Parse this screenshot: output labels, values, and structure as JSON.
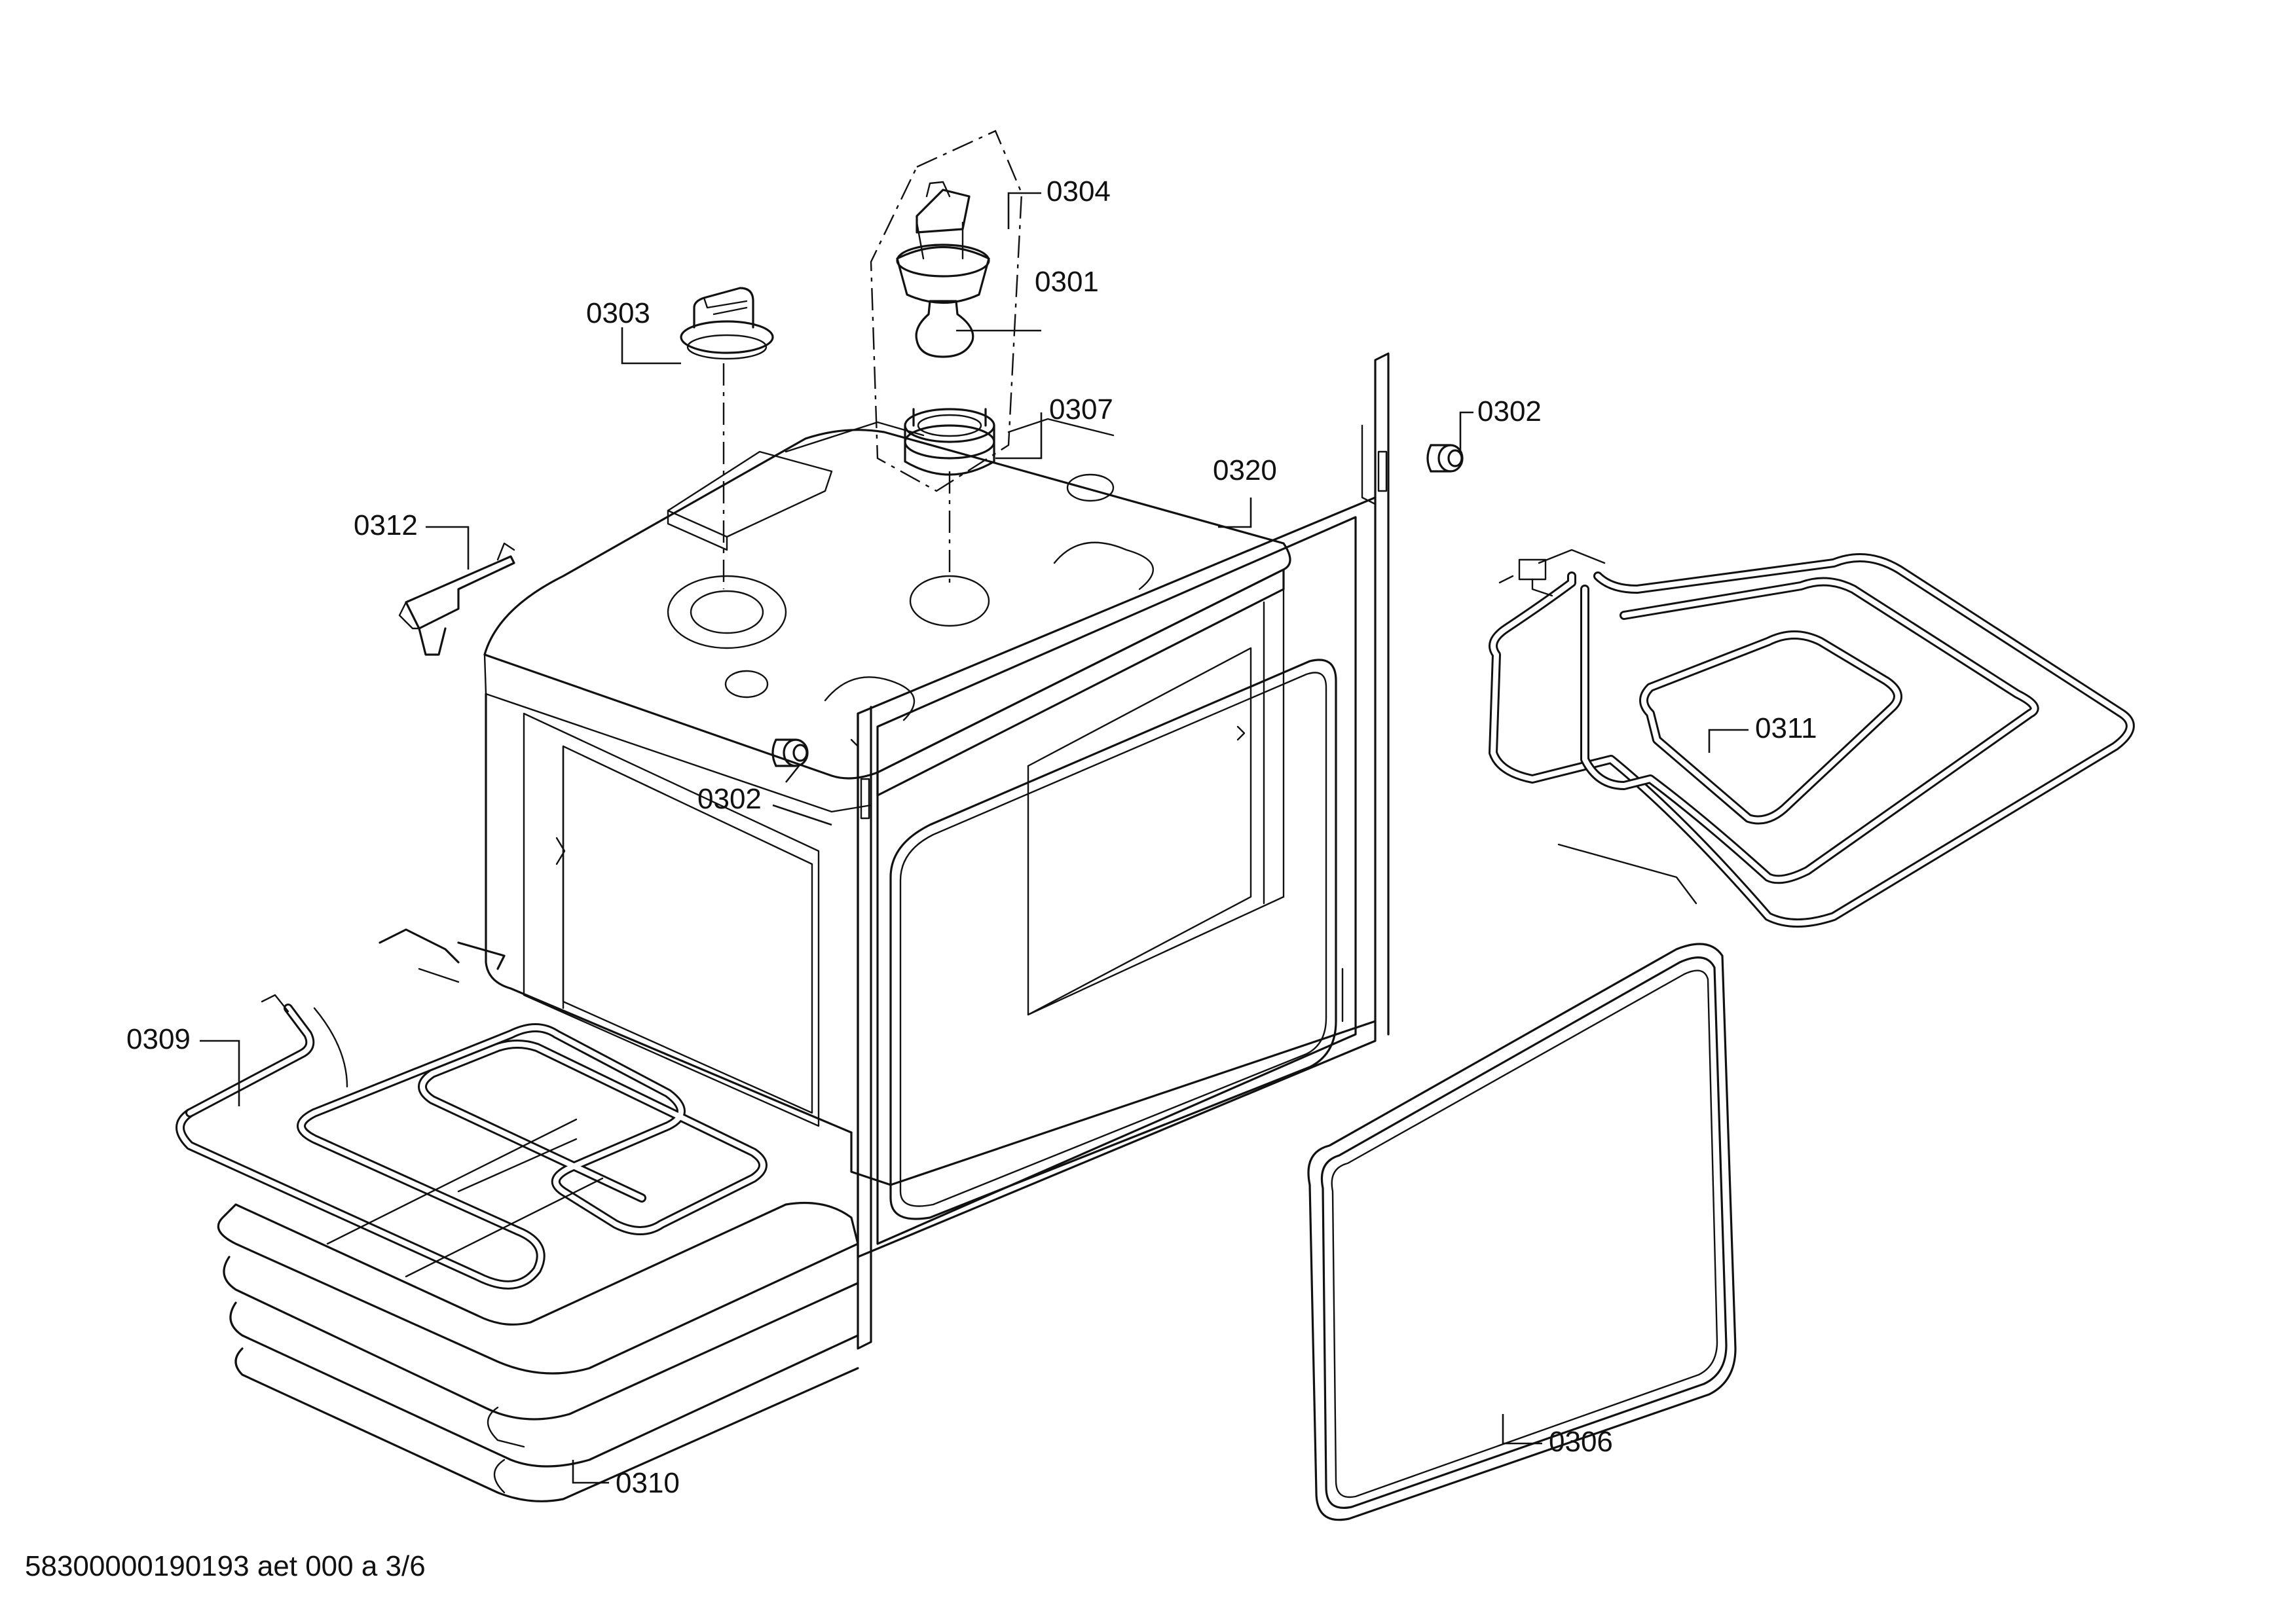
{
  "callouts": {
    "p0304": "0304",
    "p0301": "0301",
    "p0303": "0303",
    "p0307": "0307",
    "p0302_top": "0302",
    "p0320": "0320",
    "p0312": "0312",
    "p0302_mid": "0302",
    "p0311": "0311",
    "p0309": "0309",
    "p0306": "0306",
    "p0310": "0310"
  },
  "footer": {
    "doc_id": "58300000190193 aet 000 a 3/6"
  }
}
